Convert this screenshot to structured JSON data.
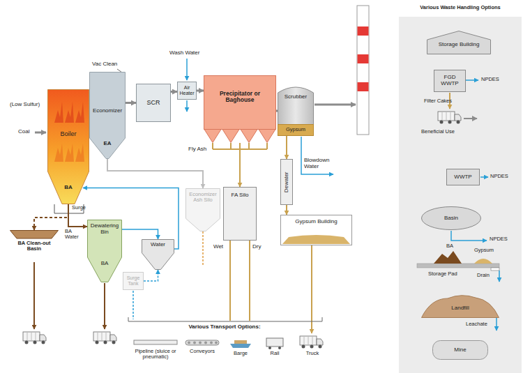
{
  "diagram": {
    "nodes": [
      {
        "text": [
          "Boiler"
        ]
      },
      {
        "text": [
          "BA"
        ],
        "in": 0
      },
      {
        "text": [
          "Economizer"
        ]
      },
      {
        "text": [
          "EA"
        ],
        "in": 2
      },
      {
        "text": [
          "SCR"
        ]
      },
      {
        "text": [
          "Air Heater"
        ]
      },
      {
        "text": [
          "Precipitator or Baghouse"
        ]
      },
      {
        "text": [
          "Scrubber"
        ]
      },
      {
        "text": [
          "Gypsum"
        ],
        "in": 7
      },
      {
        "text": [
          "Dewater"
        ]
      },
      {
        "text": [
          "FA Silo"
        ]
      },
      {
        "text": [
          "Gypsum Building"
        ]
      },
      {
        "text": [
          "Economizer Ash Silo"
        ]
      },
      {
        "text": [
          "Dewatering Bin",
          "BA"
        ]
      },
      {
        "text": [
          "Water"
        ]
      },
      {
        "text": [
          "Surge Tank"
        ]
      },
      {
        "text": [
          "Storage Building"
        ]
      },
      {
        "text": [
          "FGD WWTP"
        ]
      },
      {
        "text": [
          "WWTP"
        ]
      },
      {
        "text": [
          "Basin"
        ]
      },
      {
        "text": [
          "Landfill"
        ]
      },
      {
        "text": [
          "Mine"
        ]
      },
      {
        "text": [
          "BA Clean-out Basin"
        ]
      }
    ],
    "edges": [
      {
        "from": 2,
        "to": 4,
        "arrow": "to"
      },
      {
        "from": 4,
        "to": 5,
        "arrow": "to"
      },
      {
        "from": 5,
        "to": 6,
        "arrow": "to"
      },
      {
        "from": 6,
        "to": 7,
        "arrow": "to"
      },
      {
        "from": 6,
        "to": 10,
        "arrow": "to"
      },
      {
        "from": 8,
        "to": 9,
        "arrow": "to"
      },
      {
        "from": 9,
        "to": 11,
        "arrow": "to"
      },
      {
        "from": 3,
        "to": 12,
        "arrow": "to"
      },
      {
        "from": 1,
        "to": 13,
        "label": "BA Water",
        "arrow": "to"
      },
      {
        "from": 13,
        "to": 14,
        "arrow": "to"
      },
      {
        "from": 14,
        "to": 1,
        "arrow": "to"
      },
      {
        "from": 1,
        "to": 22,
        "arrow": "to"
      },
      {
        "from": 15,
        "to": 14,
        "arrow": "to"
      }
    ],
    "labels": [
      "(Low Sulfur)",
      "Coal",
      "Vac Clean",
      "Wash Water",
      "Fly Ash",
      "Blowdown Water",
      "Surge",
      "Wet",
      "Dry",
      "Various Transport Options:",
      "Pipeline (sluice or pneumatic)",
      "Conveyors",
      "Barge",
      "Rail",
      "Truck",
      "Various Waste Handling Options",
      "NPDES",
      "Filter Cakes",
      "Beneficial Use",
      "NPDES",
      "NPDES",
      "BA",
      "Gypsum",
      "Storage Pad",
      "Drain",
      "Leachate"
    ]
  }
}
